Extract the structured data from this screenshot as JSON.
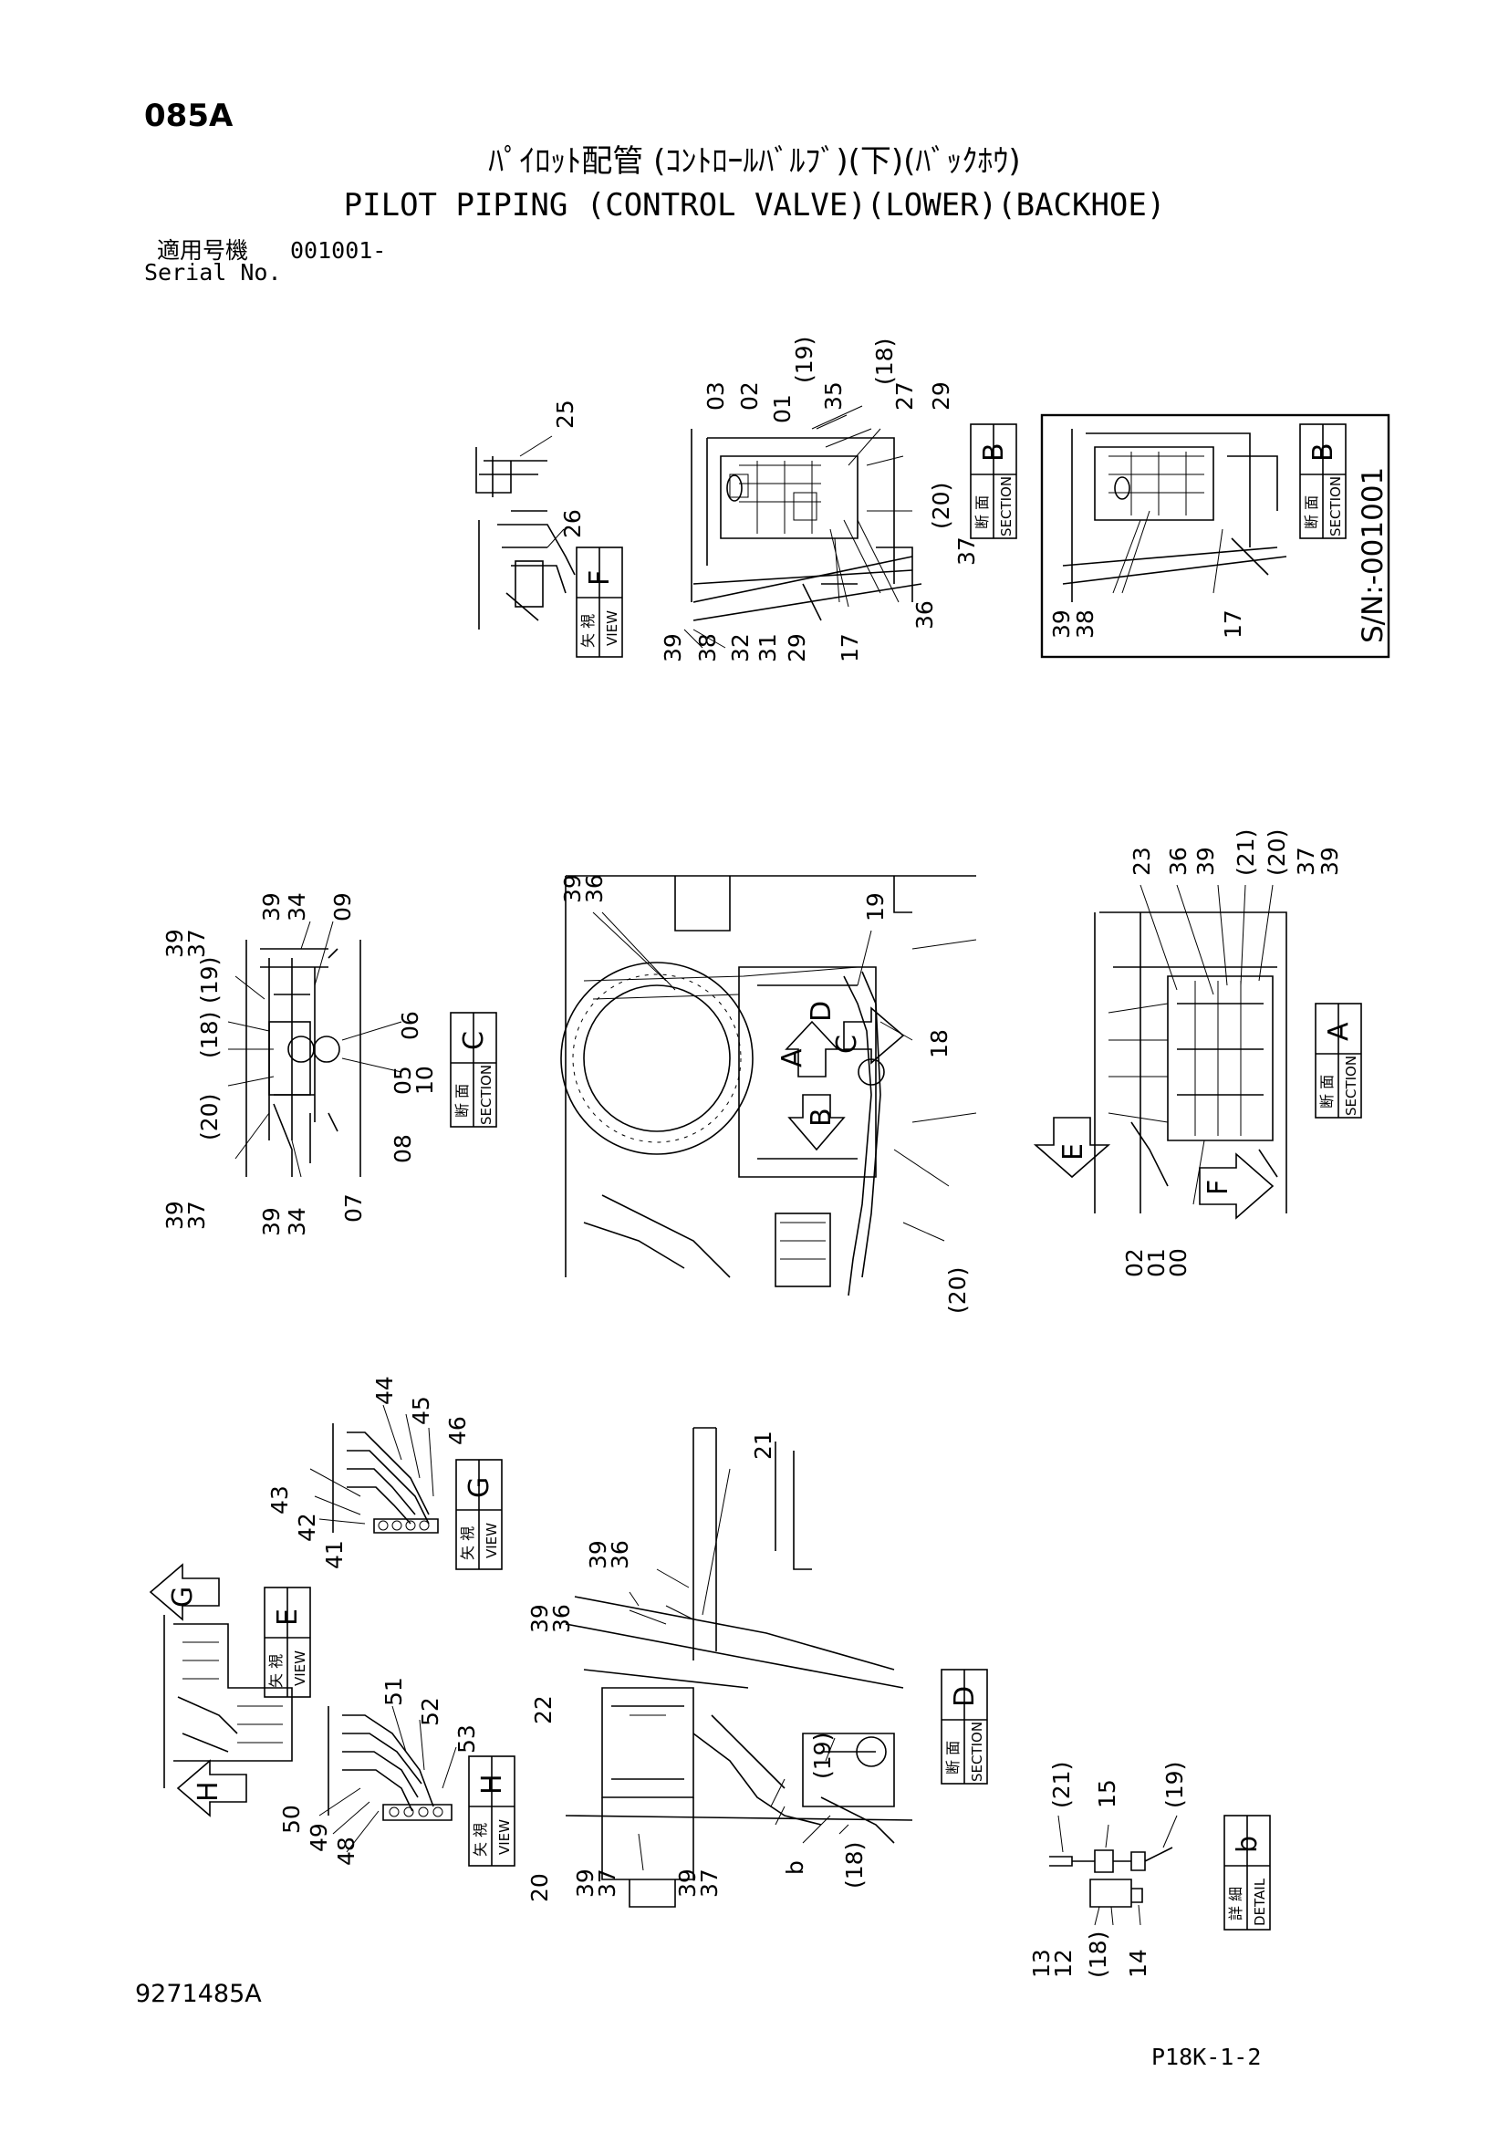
{
  "header": {
    "page_code": "085A",
    "title_jp": "ﾊﾟｲﾛｯﾄ配管 (ｺﾝﾄﾛｰﾙﾊﾞﾙﾌﾞ)(下)(ﾊﾞｯｸﾎｳ)",
    "title_en": "PILOT PIPING (CONTROL VALVE)(LOWER)(BACKHOE)",
    "serial_label_jp": "適用号機",
    "serial_value": "001001-",
    "serial_label_en": "Serial No."
  },
  "footer": {
    "doc_number": "9271485A",
    "page_ref": "P18K-1-2"
  },
  "views": {
    "view_f": {
      "letter": "F",
      "kanji": "矢 視",
      "word": "VIEW",
      "parts": [
        "25",
        "26"
      ]
    },
    "section_b": {
      "letter": "B",
      "kanji": "断 面",
      "word": "SECTION",
      "parts_top": [
        "03",
        "02",
        "01",
        "(19)",
        "35",
        "(18)",
        "27",
        "29"
      ],
      "parts_right": [
        "(20)",
        "37",
        "36"
      ],
      "parts_bottom": [
        "39",
        "38",
        "32",
        "31",
        "29",
        "17"
      ]
    },
    "section_b_sn": {
      "letter": "B",
      "kanji": "断 面",
      "word": "SECTION",
      "serial_note": "S/N:-001001",
      "parts": [
        "39",
        "38",
        "17"
      ]
    },
    "section_c": {
      "letter": "C",
      "kanji": "断 面",
      "word": "SECTION",
      "parts_left": [
        "39",
        "37",
        "(20)",
        "(18)",
        "(19)",
        "39",
        "37"
      ],
      "parts_top": [
        "39",
        "34",
        "09"
      ],
      "parts_right": [
        "06",
        "05",
        "10",
        "08",
        "07"
      ],
      "parts_bottom": [
        "39",
        "34"
      ]
    },
    "main_view": {
      "parts": [
        "39",
        "36",
        "19",
        "18",
        "(20)"
      ],
      "arrows": [
        "A",
        "B",
        "C",
        "D"
      ]
    },
    "section_a": {
      "letter": "A",
      "kanji": "断 面",
      "word": "SECTION",
      "parts_top": [
        "23",
        "36",
        "39",
        "(21)",
        "(20)",
        "37",
        "39"
      ],
      "parts_bottom": [
        "02",
        "01",
        "00"
      ],
      "arrows": [
        "E",
        "F"
      ]
    },
    "view_g": {
      "letter": "G",
      "kanji": "矢 視",
      "word": "VIEW",
      "parts": [
        "44",
        "45",
        "46",
        "43",
        "42",
        "41"
      ]
    },
    "view_e": {
      "letter": "E",
      "kanji": "矢 視",
      "word": "VIEW",
      "arrows": [
        "G",
        "H"
      ]
    },
    "view_h": {
      "letter": "H",
      "kanji": "矢 視",
      "word": "VIEW",
      "parts": [
        "51",
        "52",
        "53",
        "50",
        "49",
        "48"
      ]
    },
    "section_d": {
      "letter": "D",
      "kanji": "断 面",
      "word": "SECTION",
      "parts": [
        "21",
        "39",
        "36",
        "39",
        "36",
        "22",
        "(19)",
        "20",
        "39",
        "37",
        "39",
        "37",
        "b",
        "(18)"
      ]
    },
    "detail_b": {
      "letter": "b",
      "kanji": "詳 細",
      "word": "DETAIL",
      "parts": [
        "(21)",
        "15",
        "(19)",
        "13",
        "12",
        "(18)",
        "14"
      ]
    }
  }
}
